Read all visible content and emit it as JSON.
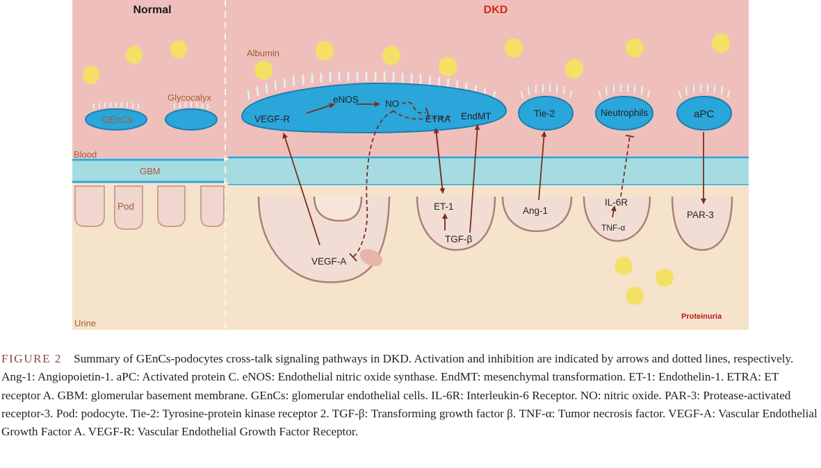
{
  "figure": {
    "panels": {
      "normal": "Normal",
      "dkd": "DKD"
    },
    "regions": {
      "blood": "Blood",
      "gbm": "GBM",
      "urine": "Urine",
      "proteinuria": "Proteinuria"
    },
    "labels": {
      "albumin": "Albumin",
      "glycocalyx": "Glycocalyx",
      "gencs": "GEnCs",
      "pod": "Pod",
      "vegfr": "VEGF-R",
      "enos": "eNOS",
      "no": "NO",
      "etra": "ETRA",
      "endmt": "EndMT",
      "tie2": "Tie-2",
      "neutrophils": "Neutrophils",
      "apc": "aPC",
      "et1": "ET-1",
      "tgfb": "TGF-β",
      "ang1": "Ang-1",
      "il6r": "IL-6R",
      "tnfa": "TNF-α",
      "par3": "PAR-3",
      "vegfa": "VEGF-A"
    },
    "colors": {
      "blood_bg": "#efc0bb",
      "urine_bg": "#f6e3cb",
      "gbm": "#a6dbe2",
      "gbm_line": "#29a6db",
      "cell": "#2aa6db",
      "cell_border": "#1a7fb0",
      "albumin": "#f4e064",
      "pathway": "#7a2e1e",
      "label_brown": "#a85a30",
      "proteinuria": "#c0141e"
    }
  },
  "caption": {
    "figure_number": "FIGURE 2",
    "text": "Summary of GEnCs-podocytes cross-talk signaling pathways in DKD. Activation and inhibition are indicated by arrows and dotted lines, respectively. Ang-1: Angiopoietin-1. aPC: Activated protein C. eNOS: Endothelial nitric oxide synthase. EndMT: mesenchymal transformation. ET-1: Endothelin-1. ETRA: ET receptor A. GBM: glomerular basement membrane. GEnCs: glomerular endothelial cells. IL-6R: Interleukin-6 Receptor. NO: nitric oxide. PAR-3: Protease-activated receptor-3. Pod: podocyte. Tie-2: Tyrosine-protein kinase receptor 2. TGF-β: Transforming growth factor β. TNF-α: Tumor necrosis factor. VEGF-A: Vascular Endothelial Growth Factor A. VEGF-R: Vascular Endothelial Growth Factor Receptor."
  }
}
